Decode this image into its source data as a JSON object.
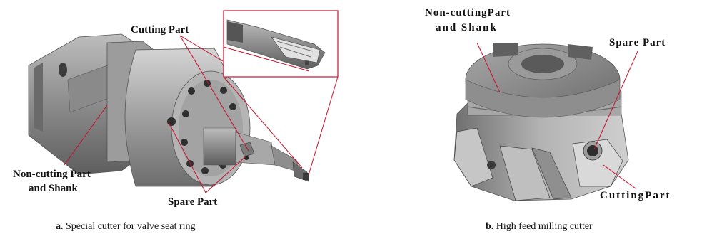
{
  "panel_a": {
    "labels": {
      "cutting_part": "Cutting Part",
      "non_cutting_line1": "Non-cutting Part",
      "non_cutting_line2": "and Shank",
      "spare_part": "Spare Part"
    },
    "caption_prefix": "a.",
    "caption_text": "Special cutter for valve seat ring"
  },
  "panel_b": {
    "labels": {
      "non_cutting_line1": "Non-cuttingPart",
      "non_cutting_line2": "and Shank",
      "spare_part": "Spare Part",
      "cutting_part": "CuttingPart"
    },
    "caption_prefix": "b.",
    "caption_text": "High feed milling cutter"
  },
  "colors": {
    "leader_line": "#c8102e",
    "metal_dark": "#6e6e6e",
    "metal_mid": "#9a9a9a",
    "metal_light": "#cfcfcf",
    "background": "#ffffff"
  }
}
